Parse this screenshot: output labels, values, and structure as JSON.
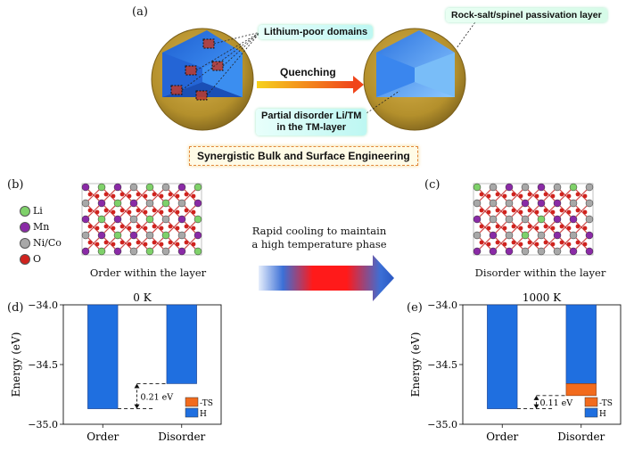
{
  "panels": {
    "a": "(a)",
    "b": "(b)",
    "c": "(c)",
    "d": "(d)",
    "e": "(e)"
  },
  "panel_a": {
    "lithium_poor": "Lithium-poor domains",
    "quenching": "Quenching",
    "rock_salt": "Rock-salt/spinel passivation layer",
    "partial_disorder_line1": "Partial disorder Li/TM",
    "partial_disorder_line2": "in the TM-layer",
    "engineering_title": "Synergistic Bulk and Surface Engineering"
  },
  "legend": [
    {
      "label": "Li",
      "color": "#7fd16a"
    },
    {
      "label": "Mn",
      "color": "#8a2aa6"
    },
    {
      "label": "Ni/Co",
      "color": "#a8a8a8"
    },
    {
      "label": "O",
      "color": "#d0231e"
    }
  ],
  "captions": {
    "order": "Order within the layer",
    "disorder": "Disorder within the layer",
    "rapid_line1": "Rapid cooling to maintain",
    "rapid_line2": "a high temperature phase"
  },
  "colors": {
    "H": "#1f6fe0",
    "TS": "#f26b1d",
    "core": "#2f78e6",
    "shell": "#b8922e"
  },
  "chart_data": [
    {
      "type": "bar",
      "title": "0 K",
      "categories": [
        "Order",
        "Disorder"
      ],
      "ylabel": "Energy (eV)",
      "ylim": [
        -35.0,
        -34.0
      ],
      "yticks": [
        "−34.0",
        "−34.5",
        "−35.0"
      ],
      "ytick_values": [
        -34.0,
        -34.5,
        -35.0
      ],
      "series": [
        {
          "name": "H",
          "values": [
            -34.87,
            -34.66
          ]
        },
        {
          "name": "-TS",
          "values": [
            0.0,
            0.0
          ]
        }
      ],
      "annotation": "0.21 eV",
      "legend": [
        "-TS",
        "H"
      ],
      "legend_position": "lower-right"
    },
    {
      "type": "bar",
      "title": "1000 K",
      "categories": [
        "Order",
        "Disorder"
      ],
      "ylabel": "Energy (eV)",
      "ylim": [
        -35.0,
        -34.0
      ],
      "yticks": [
        "−34.0",
        "−34.5",
        "−35.0"
      ],
      "ytick_values": [
        -34.0,
        -34.5,
        -35.0
      ],
      "series": [
        {
          "name": "H",
          "values": [
            -34.87,
            -34.66
          ]
        },
        {
          "name": "-TS",
          "values": [
            0.0,
            -0.1
          ]
        }
      ],
      "annotation": "0.11 eV",
      "legend": [
        "-TS",
        "H"
      ],
      "legend_position": "lower-right"
    }
  ]
}
